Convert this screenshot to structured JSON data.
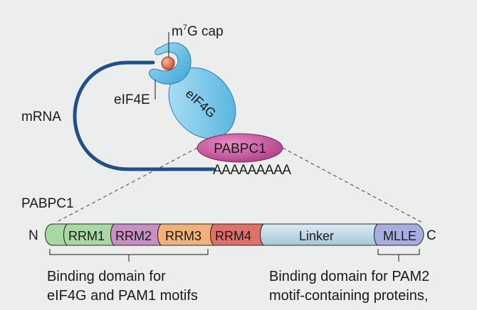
{
  "diagram": {
    "cap_label_m": "m",
    "cap_label_sup": "7",
    "cap_label_rest": "G cap",
    "eif4e_label": "eIF4E",
    "eif4g_label": "eIF4G",
    "mrna_label": "mRNA",
    "pabpc1_protein_label": "PABPC1",
    "polya_label": "AAAAAAAAA",
    "domain_map_title": "PABPC1",
    "n_terminus": "N",
    "c_terminus": "C",
    "domains": [
      {
        "label": "RRM1",
        "color": "#a9d9a3"
      },
      {
        "label": "RRM2",
        "color": "#c88fc2"
      },
      {
        "label": "RRM3",
        "color": "#f2b07a"
      },
      {
        "label": "RRM4",
        "color": "#e0706a"
      },
      {
        "label": "Linker",
        "color": "#bcd9e8"
      },
      {
        "label": "MLLE",
        "color": "#a8aee0"
      }
    ],
    "left_caption_line1": "Binding domain for",
    "left_caption_line2": "eIF4G and PAM1 motifs",
    "right_caption_line1": "Binding domain for PAM2",
    "right_caption_line2": "motif-containing proteins,"
  },
  "colors": {
    "background": "#eceded",
    "mrna_strand": "#1f4f8c",
    "eif4e": "#6cc1e6",
    "eif4g": "#7cc6ea",
    "pabpc1": "#c84f9c",
    "cap": "#e0643c"
  }
}
